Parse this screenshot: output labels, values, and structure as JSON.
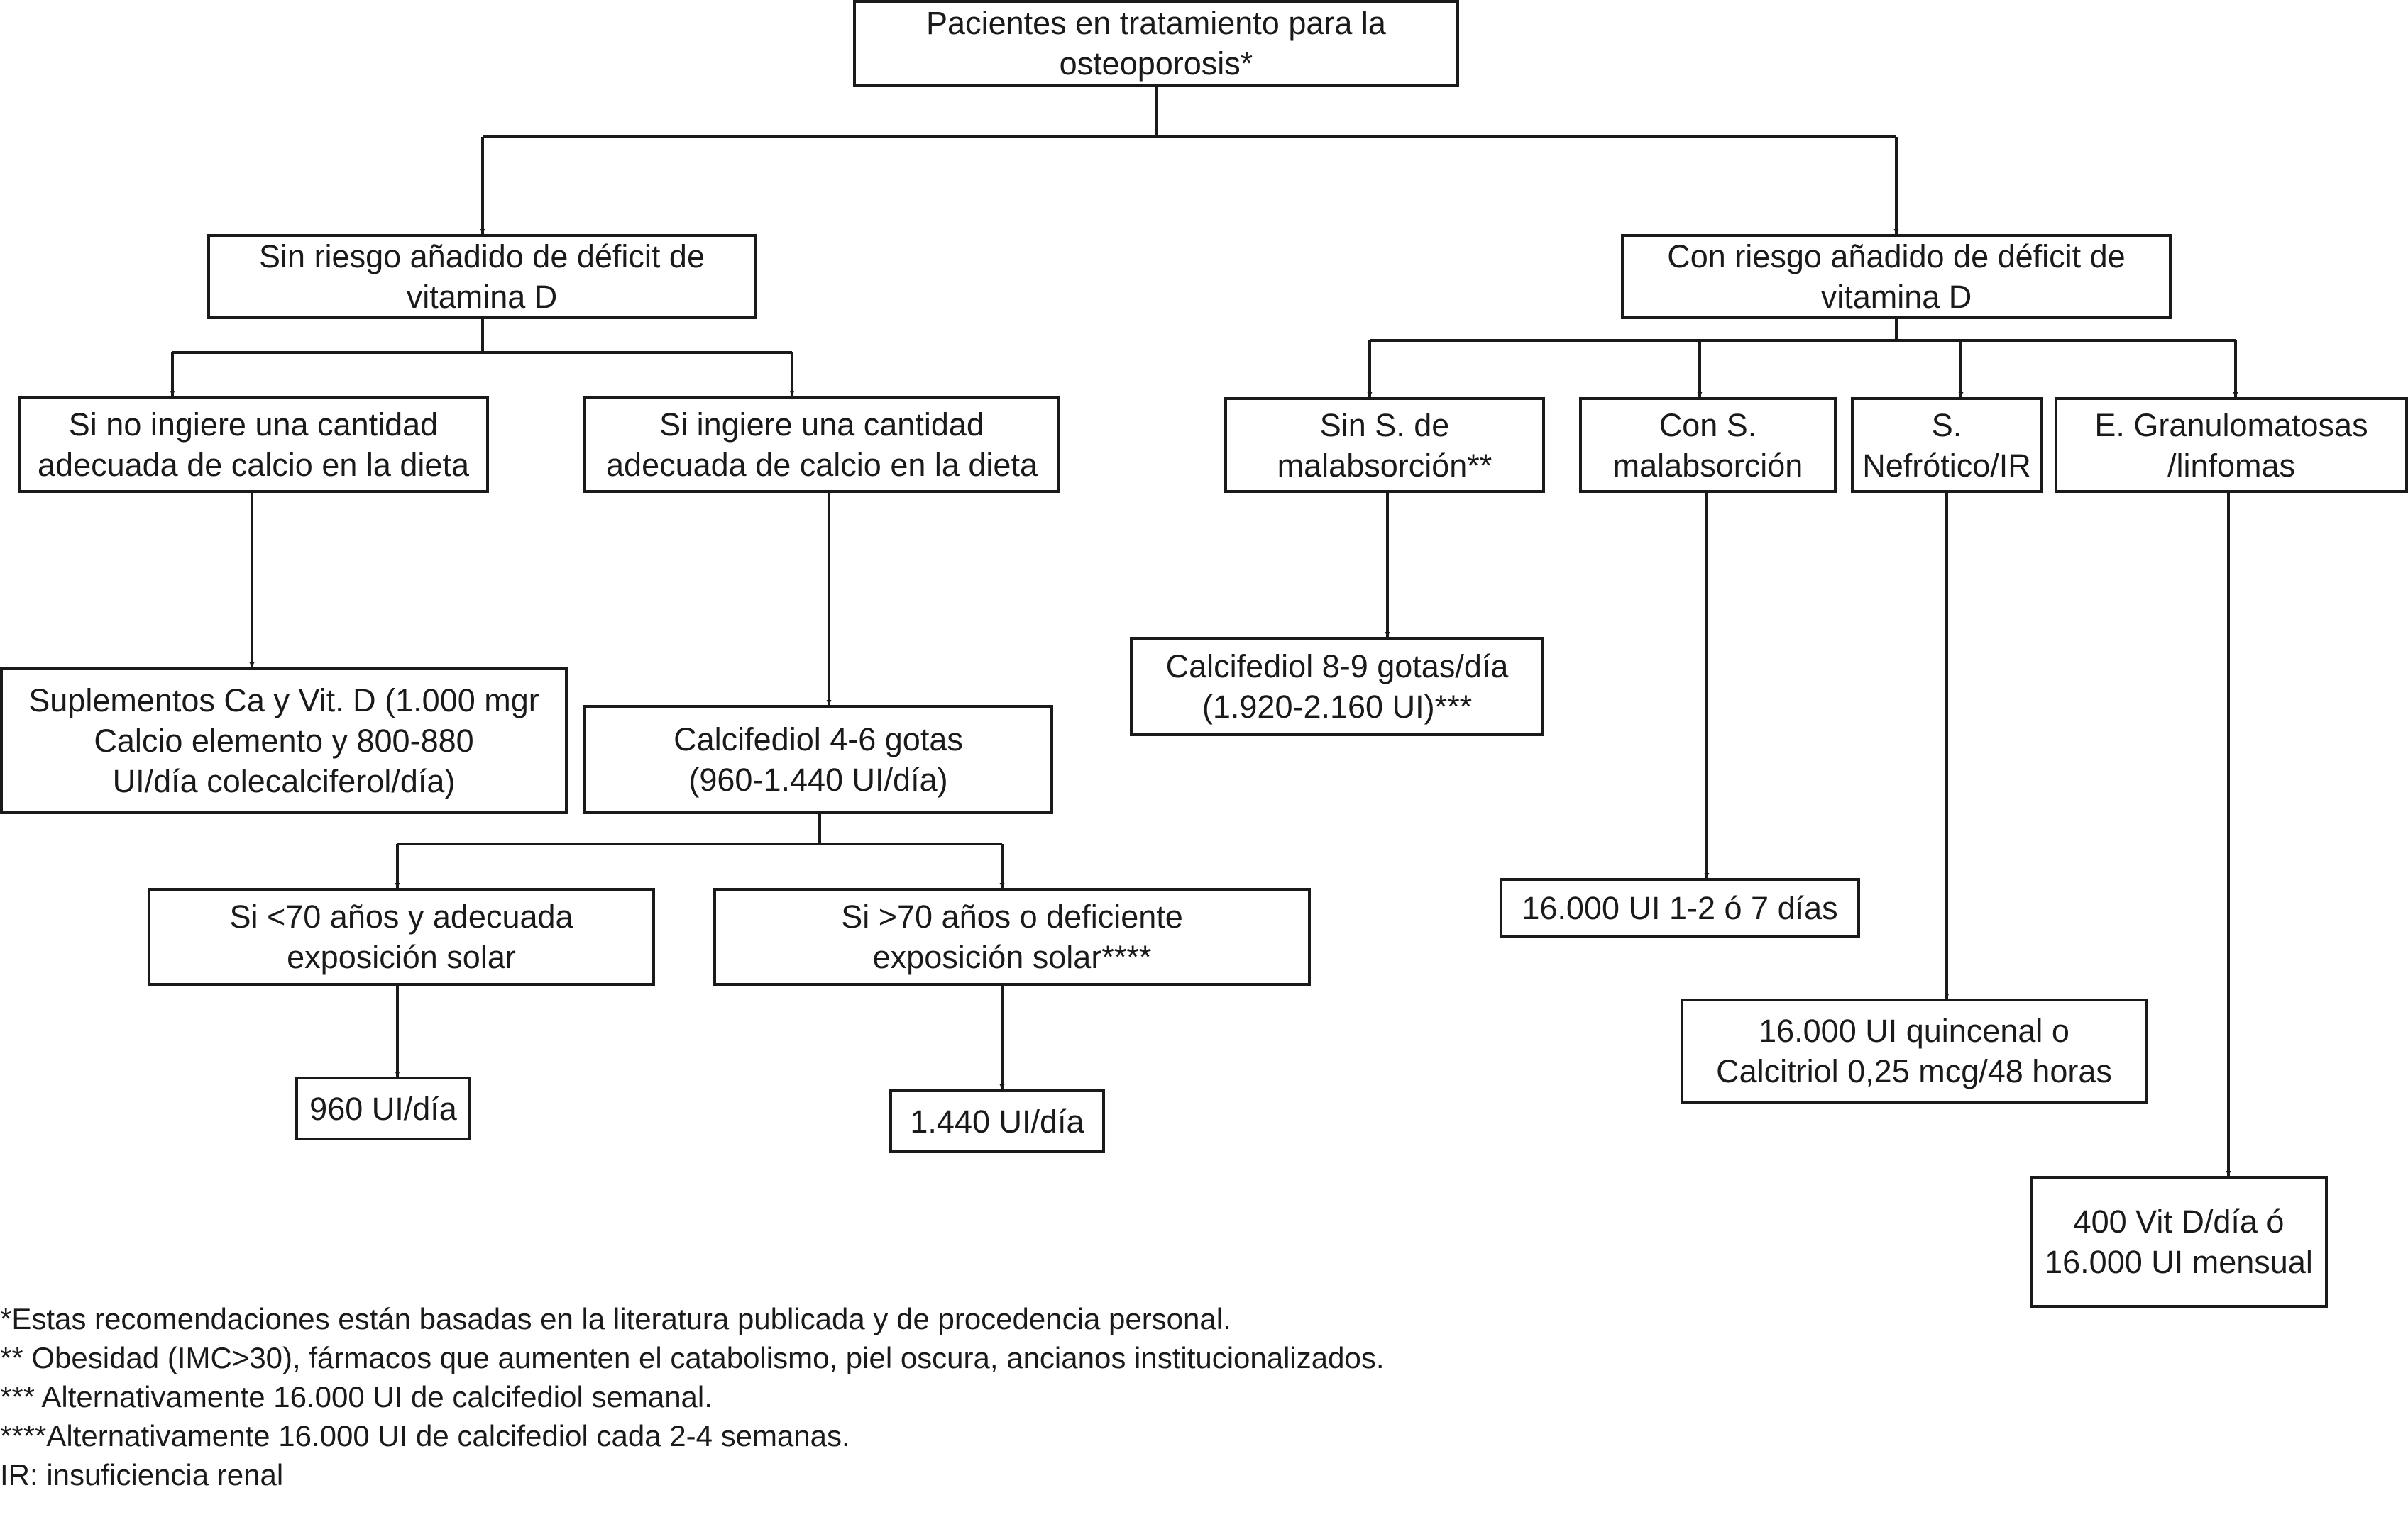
{
  "diagram": {
    "root": [
      "Pacientes en tratamiento para la",
      "osteoporosis*"
    ],
    "no_risk": [
      "Sin riesgo añadido de déficit de",
      "vitamina D"
    ],
    "risk": [
      "Con riesgo añadido de déficit de",
      "vitamina D"
    ],
    "no_calcium": [
      "Si no ingiere una cantidad",
      "adecuada de calcio en la dieta"
    ],
    "calcium": [
      "Si ingiere una cantidad",
      "adecuada de calcio en la dieta"
    ],
    "supplements": [
      "Suplementos Ca y Vit. D (1.000 mgr",
      "Calcio elemento y 800-880",
      "UI/día colecalciferol/día)"
    ],
    "calcifediol_4_6": [
      "Calcifediol 4-6 gotas",
      "(960-1.440 UI/día)"
    ],
    "under_70": [
      "Si <70 años y adecuada",
      "exposición solar"
    ],
    "over_70": [
      "Si >70 años o deficiente",
      "exposición solar****"
    ],
    "dose_960": [
      "960 UI/día"
    ],
    "dose_1440": [
      "1.440 UI/día"
    ],
    "no_malabsorption": [
      "Sin S. de",
      "malabsorción**"
    ],
    "malabsorption": [
      "Con S.",
      "malabsorción"
    ],
    "nephrotic": [
      "S.",
      "Nefrótico/IR"
    ],
    "granulomatous": [
      "E. Granulomatosas",
      "/linfomas"
    ],
    "calcifediol_8_9": [
      "Calcifediol 8-9 gotas/día",
      "(1.920-2.160 UI)***"
    ],
    "dose_16000_days": [
      "16.000 UI 1-2 ó 7 días"
    ],
    "dose_quincenal": [
      "16.000 UI quincenal o",
      "Calcitriol 0,25 mcg/48 horas"
    ],
    "dose_400": [
      "400 Vit D/día ó",
      "16.000 UI mensual"
    ]
  },
  "footnotes": [
    "*Estas recomendaciones están basadas en la literatura publicada y de procedencia personal.",
    "** Obesidad (IMC>30), fármacos que aumenten el catabolismo, piel oscura, ancianos institucionalizados.",
    "*** Alternativamente 16.000 UI de calcifediol semanal.",
    "****Alternativamente 16.000 UI de calcifediol cada 2-4 semanas.",
    "IR: insuficiencia renal"
  ]
}
